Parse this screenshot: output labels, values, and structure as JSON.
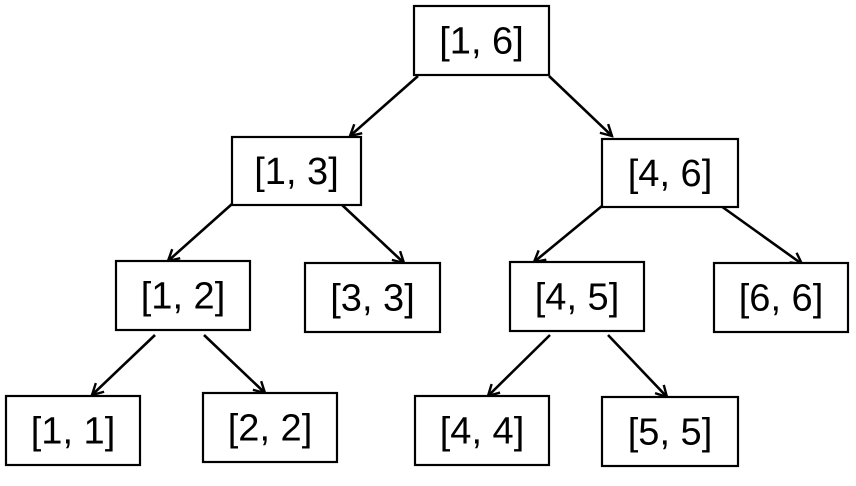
{
  "tree": {
    "nodes": [
      {
        "id": "n16",
        "label": "[1, 6]"
      },
      {
        "id": "n13",
        "label": "[1, 3]"
      },
      {
        "id": "n46",
        "label": "[4, 6]"
      },
      {
        "id": "n12",
        "label": "[1, 2]"
      },
      {
        "id": "n33",
        "label": "[3, 3]"
      },
      {
        "id": "n45",
        "label": "[4, 5]"
      },
      {
        "id": "n66",
        "label": "[6, 6]"
      },
      {
        "id": "n11",
        "label": "[1, 1]"
      },
      {
        "id": "n22",
        "label": "[2, 2]"
      },
      {
        "id": "n44",
        "label": "[4, 4]"
      },
      {
        "id": "n55",
        "label": "[5, 5]"
      }
    ],
    "edges": [
      {
        "from": "n16",
        "to": "n13"
      },
      {
        "from": "n16",
        "to": "n46"
      },
      {
        "from": "n13",
        "to": "n12"
      },
      {
        "from": "n13",
        "to": "n33"
      },
      {
        "from": "n46",
        "to": "n45"
      },
      {
        "from": "n46",
        "to": "n66"
      },
      {
        "from": "n12",
        "to": "n11"
      },
      {
        "from": "n12",
        "to": "n22"
      },
      {
        "from": "n45",
        "to": "n44"
      },
      {
        "from": "n45",
        "to": "n55"
      }
    ]
  },
  "colors": {
    "stroke": "#000000",
    "fill": "#ffffff"
  }
}
